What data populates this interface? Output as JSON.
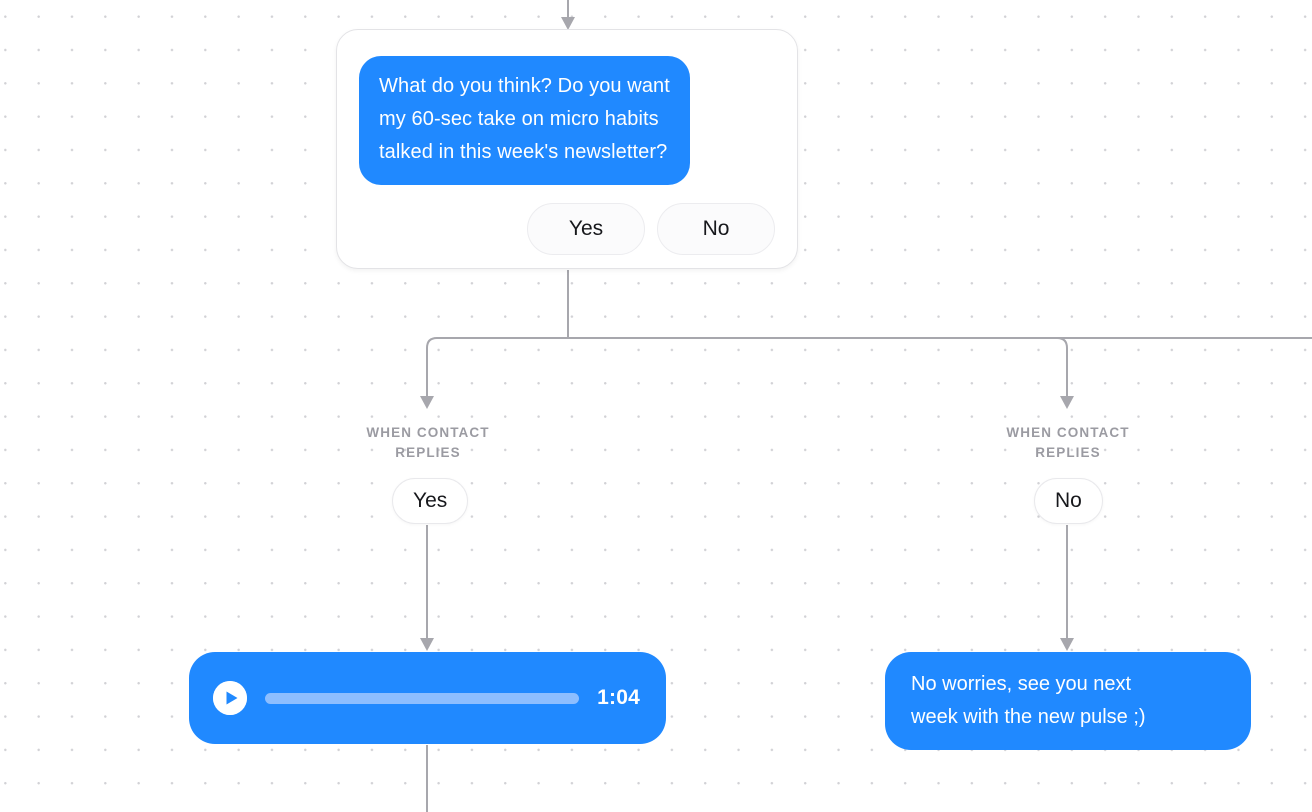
{
  "canvas": {
    "background_color": "#ffffff",
    "dot_color": "#d2d2d6",
    "accent_color": "#2089ff",
    "edge_color": "#a7a7ad"
  },
  "question_node": {
    "message": "What do you think? Do you want\nmy 60-sec take on micro habits\ntalked in this week's newsletter?",
    "choices": [
      {
        "label": "Yes"
      },
      {
        "label": "No"
      }
    ]
  },
  "branches": [
    {
      "condition_label": "WHEN CONTACT\nREPLIES",
      "reply_value": "Yes",
      "target": {
        "type": "audio",
        "play_icon": "play-icon",
        "duration": "1:04",
        "progress_percent": 100,
        "track_color": "#8dbeff"
      }
    },
    {
      "condition_label": "WHEN CONTACT\nREPLIES",
      "reply_value": "No",
      "target": {
        "type": "text",
        "message": "No worries, see you next\nweek with the new pulse ;)"
      }
    }
  ]
}
